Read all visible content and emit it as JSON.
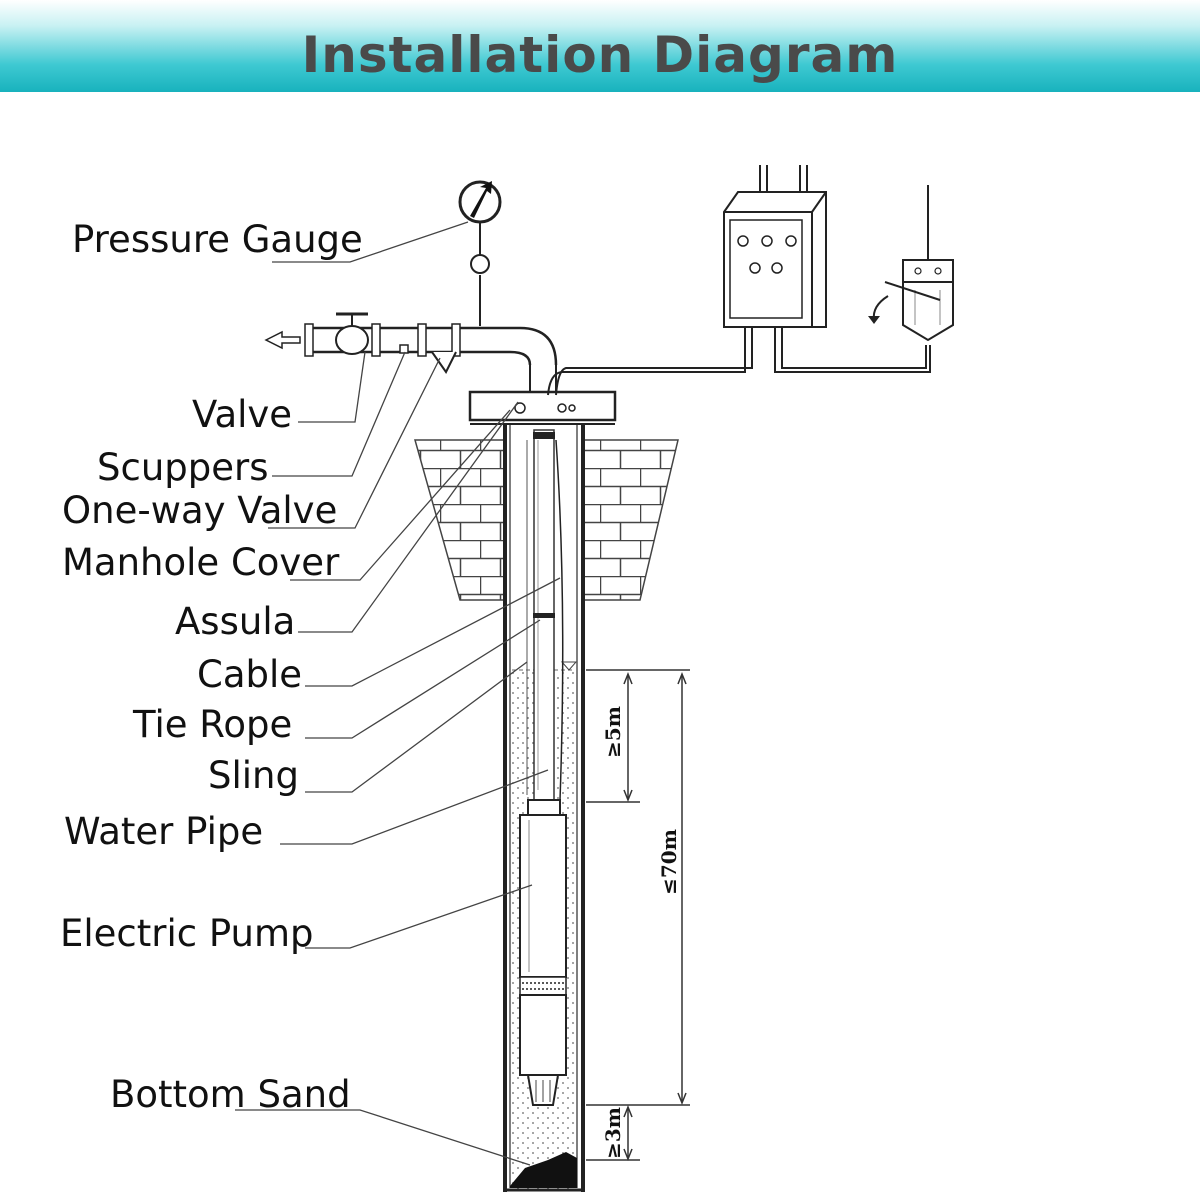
{
  "header": {
    "title": "Installation Diagram"
  },
  "labels": {
    "pressure_gauge": "Pressure Gauge",
    "valve": "Valve",
    "scuppers": "Scuppers",
    "one_way_valve": "One-way Valve",
    "manhole_cover": "Manhole Cover",
    "assula": "Assula",
    "cable": "Cable",
    "tie_rope": "Tie Rope",
    "sling": "Sling",
    "water_pipe": "Water Pipe",
    "electric_pump": "Electric Pump",
    "bottom_sand": "Bottom Sand"
  },
  "dimensions": {
    "min_submersion": "≥5m",
    "max_depth": "≤70m",
    "min_bottom_clearance": "≥3m"
  },
  "colors": {
    "banner_accent": "#18b2bd",
    "title_text": "#4a4a4a",
    "line": "#333333"
  }
}
